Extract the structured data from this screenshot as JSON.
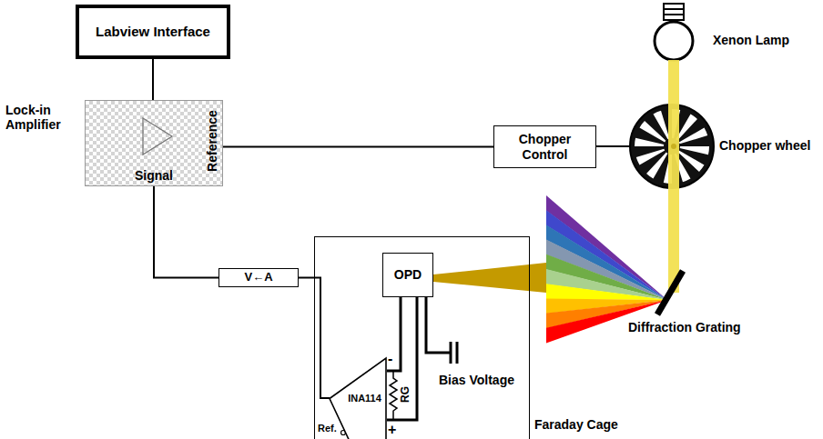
{
  "diagram": {
    "nodes": [
      {
        "text": [
          "Labview Interface"
        ]
      },
      {
        "text": [
          "Lock-in Amplifier",
          "Signal",
          "Reference"
        ]
      },
      {
        "text": [
          "Chopper Control"
        ]
      },
      {
        "text": [
          "V←A"
        ]
      },
      {
        "text": [
          "Faraday Cage"
        ]
      },
      {
        "text": [
          "OPD"
        ],
        "in": 4
      },
      {
        "text": [
          "INA114"
        ],
        "in": 4
      }
    ],
    "edges": [
      {
        "from": 0,
        "to": 1,
        "arrow": "none"
      },
      {
        "from": 1,
        "to": 2,
        "arrow": "none"
      },
      {
        "from": 1,
        "to": 3,
        "arrow": "none"
      },
      {
        "from": 3,
        "to": 6,
        "arrow": "none"
      },
      {
        "from": 5,
        "to": 6,
        "arrow": "none"
      },
      {
        "from": 5,
        "to": 6,
        "arrow": "none"
      }
    ],
    "labels": [
      "Xenon Lamp",
      "Chopper wheel",
      "Diffraction Grating",
      "Bias Voltage",
      "-",
      "+",
      "RG",
      "Ref."
    ]
  }
}
